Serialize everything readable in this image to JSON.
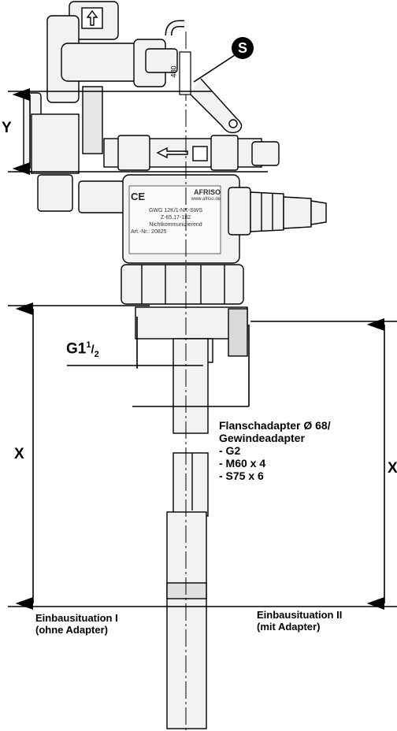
{
  "dimensions": {
    "y_label": "Y",
    "x_left_label": "X",
    "x_right_label": "X"
  },
  "thread": {
    "main": "G1",
    "sup": "1",
    "sub": "2"
  },
  "marker": {
    "s_label": "S",
    "tag_number": "480"
  },
  "nameplate": {
    "ce": "CE",
    "brand": "AFRISO",
    "website": "www.afriso.de",
    "model": "GWG 12K/1-NK-SWS",
    "approval": "Z-65.17-182",
    "type": "Nichtkommunizierend",
    "article": "Art.-Nr.: 20825"
  },
  "flange_note": {
    "line1": "Flanschadapter Ø 68/",
    "line2": "Gewindeadapter",
    "items": [
      "- G2",
      "- M60 x 4",
      "- S75 x 6"
    ]
  },
  "install_left": {
    "line1": "Einbausituation I",
    "line2": "(ohne Adapter)"
  },
  "install_right": {
    "line1": "Einbausituation II",
    "line2": "(mit Adapter)"
  },
  "colors": {
    "line": "#000000",
    "body_fill": "#f2f2f2",
    "shade": "#d9d9d9"
  }
}
